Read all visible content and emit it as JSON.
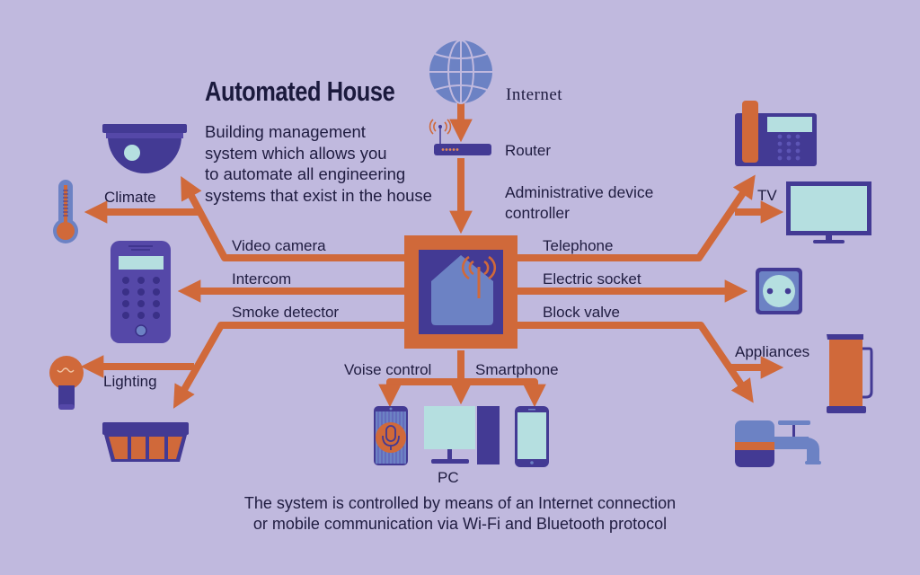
{
  "header": {
    "title": "Automated House",
    "intro_lines": [
      "Building management",
      "system which allows you",
      "to automate all engineering",
      "systems that exist in the house"
    ]
  },
  "top_chain": {
    "internet": "Internet",
    "router": "Router",
    "controller_lines": [
      "Administrative device",
      "controller"
    ]
  },
  "left_branches": {
    "video_camera": "Video camera",
    "intercom": "Intercom",
    "smoke_detector": "Smoke detector",
    "climate": "Climate",
    "lighting": "Lighting"
  },
  "right_branches": {
    "telephone": "Telephone",
    "electric_socket": "Electric socket",
    "block_valve": "Block valve",
    "tv": "TV",
    "appliances": "Appliances"
  },
  "bottom_branches": {
    "voice_control": "Voise control",
    "smartphone": "Smartphone",
    "pc": "PC"
  },
  "footer_lines": [
    "The system is controlled by means of an Internet connection",
    "or mobile communication via Wi-Fi and Bluetooth protocol"
  ],
  "icons": {
    "globe": "globe-icon",
    "router": "router-icon",
    "hub": "smart-home-hub-icon",
    "camera": "security-camera-icon",
    "thermometer": "thermometer-icon",
    "intercom": "intercom-panel-icon",
    "bulb": "light-bulb-icon",
    "smoke": "smoke-detector-icon",
    "phone": "desk-telephone-icon",
    "tv": "tv-icon",
    "socket": "electric-socket-icon",
    "kettle": "kettle-icon",
    "tap": "water-tap-valve-icon",
    "voice": "voice-assistant-icon",
    "pc": "desktop-pc-icon",
    "smartphone": "smartphone-icon"
  },
  "colors": {
    "background": "#c0b9de",
    "line": "#d0693a",
    "dark": "#433a94",
    "mid": "#6c82c4",
    "screen": "#b5dfe0",
    "text": "#1f1c40"
  }
}
